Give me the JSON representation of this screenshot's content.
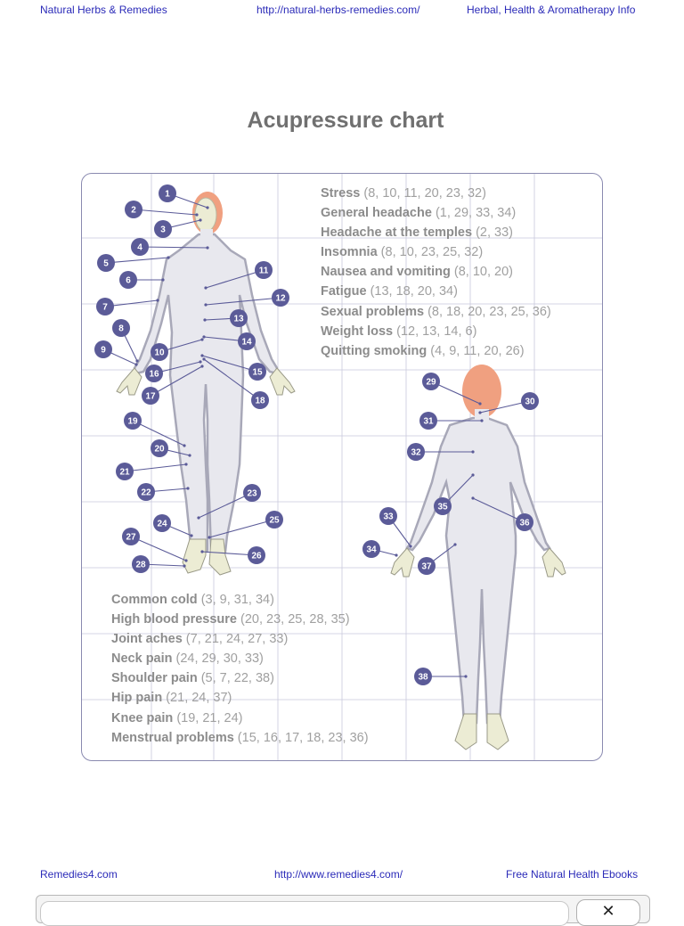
{
  "header": {
    "left": "Natural Herbs & Remedies",
    "center": "http://natural-herbs-remedies.com/",
    "right": "Herbal, Health & Aromatherapy Info"
  },
  "title": "Acupressure chart",
  "ailments_top": [
    {
      "name": "Stress",
      "points": "(8, 10, 11, 20, 23, 32)"
    },
    {
      "name": "General headache",
      "points": "(1, 29, 33, 34)"
    },
    {
      "name": "Headache at the temples",
      "points": "(2, 33)"
    },
    {
      "name": "Insomnia",
      "points": "(8, 10, 23, 25, 32)"
    },
    {
      "name": "Nausea and vomiting",
      "points": "(8, 10, 20)"
    },
    {
      "name": "Fatigue",
      "points": "(13, 18, 20, 34)"
    },
    {
      "name": "Sexual problems",
      "points": "(8, 18, 20, 23, 25, 36)"
    },
    {
      "name": "Weight loss",
      "points": "(12, 13, 14, 6)"
    },
    {
      "name": "Quitting smoking",
      "points": "(4, 9, 11, 20, 26)"
    }
  ],
  "ailments_bottom": [
    {
      "name": "Common cold",
      "points": "(3, 9, 31, 34)"
    },
    {
      "name": "High blood pressure",
      "points": "(20, 23, 25, 28, 35)"
    },
    {
      "name": "Joint aches",
      "points": "(7, 21, 24, 27, 33)"
    },
    {
      "name": "Neck pain",
      "points": "(24, 29, 30, 33)"
    },
    {
      "name": "Shoulder pain",
      "points": "(5, 7, 22, 38)"
    },
    {
      "name": "Hip pain",
      "points": "(21, 24, 37)"
    },
    {
      "name": "Knee pain",
      "points": "(19, 21, 24)"
    },
    {
      "name": "Menstrual problems",
      "points": "(15, 16, 17, 18, 23, 36)"
    }
  ],
  "point_labels": [
    "1",
    "2",
    "3",
    "4",
    "5",
    "6",
    "7",
    "8",
    "9",
    "10",
    "11",
    "12",
    "13",
    "14",
    "15",
    "16",
    "17",
    "18",
    "19",
    "20",
    "21",
    "22",
    "23",
    "24",
    "25",
    "26",
    "27",
    "28",
    "29",
    "30",
    "31",
    "32",
    "33",
    "34",
    "35",
    "36",
    "37",
    "38"
  ],
  "colors": {
    "marker": "#5b5b98",
    "body_fill": "#e8e8ee",
    "body_outline": "#a8a8b8",
    "hair": "#f0a080",
    "skin": "#ececd4",
    "grid": "#c8c8dc",
    "link": "#2a2ab8"
  },
  "footer": {
    "left": "Remedies4.com",
    "center": "http://www.remedies4.com/",
    "right": "Free Natural Health Ebooks"
  }
}
